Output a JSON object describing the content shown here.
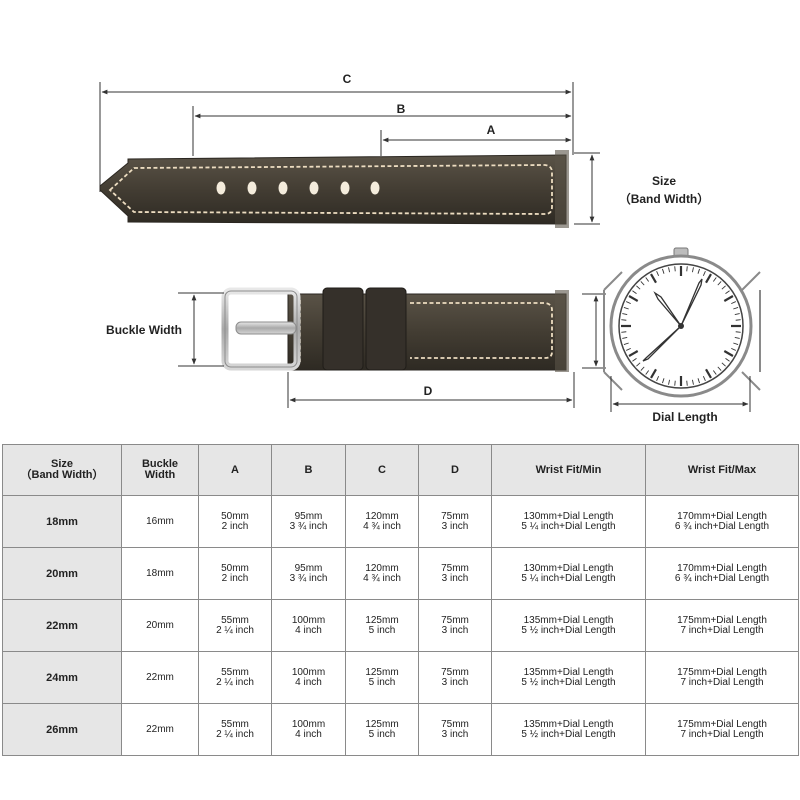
{
  "diagram": {
    "dimension_labels": {
      "a": "A",
      "b": "B",
      "c": "C",
      "d": "D"
    },
    "size_label": {
      "line1": "Size",
      "line2": "（Band Width）"
    },
    "buckle_width_label": "Buckle Width",
    "dial_length_label": "Dial Length",
    "colors": {
      "leather": "#3f3a30",
      "stitch": "#ecdcc0",
      "metal": "#bfbfbf",
      "watch_case": "#8a8a8a",
      "dimension_line": "#333333"
    },
    "icons": [
      "long-strap-piece",
      "buckle-strap-piece",
      "buckle",
      "watch-face"
    ]
  },
  "table": {
    "headers": [
      {
        "line1": "Size",
        "line2": "（Band Width）"
      },
      {
        "line1": "Buckle",
        "line2": "Width"
      },
      {
        "line1": "A",
        "line2": ""
      },
      {
        "line1": "B",
        "line2": ""
      },
      {
        "line1": "C",
        "line2": ""
      },
      {
        "line1": "D",
        "line2": ""
      },
      {
        "line1": "Wrist Fit/Min",
        "line2": ""
      },
      {
        "line1": "Wrist Fit/Max",
        "line2": ""
      }
    ],
    "rows": [
      {
        "size": "18mm",
        "buckle": "16mm",
        "a1": "50mm",
        "a2": "2 inch",
        "b1": "95mm",
        "b2": "3 ¾ inch",
        "c1": "120mm",
        "c2": "4 ¾ inch",
        "d1": "75mm",
        "d2": "3 inch",
        "min1": "130mm+Dial Length",
        "min2": "5 ¼ inch+Dial Length",
        "max1": "170mm+Dial Length",
        "max2": "6 ¾ inch+Dial Length"
      },
      {
        "size": "20mm",
        "buckle": "18mm",
        "a1": "50mm",
        "a2": "2 inch",
        "b1": "95mm",
        "b2": "3 ¾ inch",
        "c1": "120mm",
        "c2": "4 ¾ inch",
        "d1": "75mm",
        "d2": "3 inch",
        "min1": "130mm+Dial Length",
        "min2": "5 ¼ inch+Dial Length",
        "max1": "170mm+Dial Length",
        "max2": "6 ¾ inch+Dial Length"
      },
      {
        "size": "22mm",
        "buckle": "20mm",
        "a1": "55mm",
        "a2": "2 ¼ inch",
        "b1": "100mm",
        "b2": "4 inch",
        "c1": "125mm",
        "c2": "5 inch",
        "d1": "75mm",
        "d2": "3 inch",
        "min1": "135mm+Dial Length",
        "min2": "5 ½ inch+Dial Length",
        "max1": "175mm+Dial Length",
        "max2": "7 inch+Dial Length"
      },
      {
        "size": "24mm",
        "buckle": "22mm",
        "a1": "55mm",
        "a2": "2 ¼ inch",
        "b1": "100mm",
        "b2": "4 inch",
        "c1": "125mm",
        "c2": "5 inch",
        "d1": "75mm",
        "d2": "3 inch",
        "min1": "135mm+Dial Length",
        "min2": "5 ½ inch+Dial Length",
        "max1": "175mm+Dial Length",
        "max2": "7 inch+Dial Length"
      },
      {
        "size": "26mm",
        "buckle": "22mm",
        "a1": "55mm",
        "a2": "2 ¼ inch",
        "b1": "100mm",
        "b2": "4 inch",
        "c1": "125mm",
        "c2": "5 inch",
        "d1": "75mm",
        "d2": "3 inch",
        "min1": "135mm+Dial Length",
        "min2": "5 ½ inch+Dial Length",
        "max1": "175mm+Dial Length",
        "max2": "7 inch+Dial Length"
      }
    ]
  }
}
